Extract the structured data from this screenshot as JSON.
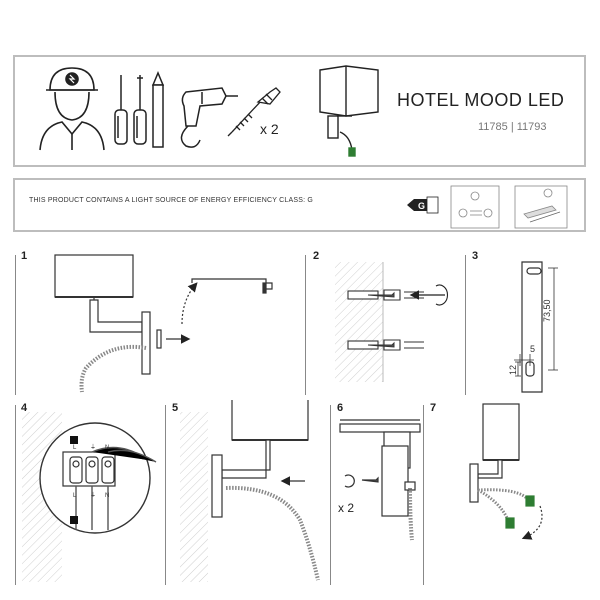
{
  "product": {
    "title": "HOTEL MOOD LED",
    "codes": "11785 | 11793",
    "multiplier_header": "x 2"
  },
  "energy": {
    "text": "THIS PRODUCT CONTAINS A LIGHT SOURCE OF ENERGY EFFICIENCY CLASS: G",
    "class": "G"
  },
  "steps": [
    {
      "number": "1"
    },
    {
      "number": "2"
    },
    {
      "number": "3"
    },
    {
      "number": "4"
    },
    {
      "number": "5"
    },
    {
      "number": "6"
    },
    {
      "number": "7"
    }
  ],
  "dimensions": {
    "height": "73,50",
    "width": "5",
    "offset": "12"
  },
  "terminals": {
    "left": "L",
    "earth": "⏚",
    "neutral": "N"
  },
  "step6": {
    "multiplier": "x 2"
  },
  "icons": {
    "installer": "electrician-icon",
    "screwdrivers": "screwdriver-icon",
    "pencil": "pencil-icon",
    "drill": "drill-icon",
    "screw": "screw-icon",
    "lamp": "lamp-icon"
  }
}
